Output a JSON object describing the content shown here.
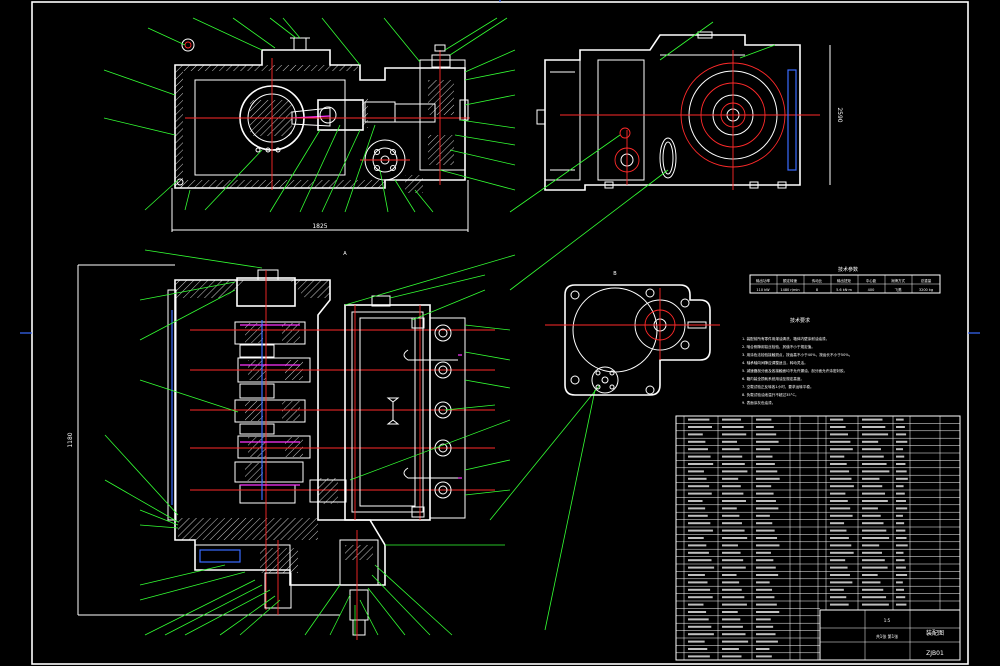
{
  "drawing": {
    "dim_top_view_width": "1825",
    "dim_side_view_width": "2590",
    "dim_side_view_height": "1180",
    "section_mark_a": "A",
    "section_mark_b": "B",
    "tech_params_title": "技术参数",
    "tech_params_headers": [
      "输出功率",
      "额定转速",
      "传动比",
      "输出扭矩",
      "中心距",
      "润滑方式",
      "总重量"
    ],
    "tech_params_values": [
      "110 kW",
      "1480 r/min",
      "8",
      "5.6 kN·m",
      "400",
      "飞溅",
      "3200 kg"
    ],
    "tech_req_title": "技术要求",
    "tech_req_lines": [
      "1. 装配前所有零件用煤油清洗，箱体内壁涂耐油油漆。",
      "2. 啮合侧隙用铅丝检验，其值不小于规定值。",
      "3. 用涂色法检验接触斑点，按齿高不小于40%，按齿长不小于50%。",
      "4. 轴承轴向间隙应调整适当，转动灵活。",
      "5. 减速器剖分面及各接触面均不允许漏油，剖分面允许涂密封胶。",
      "6. 箱内装全损耗系统用油至规定高度。",
      "7. 空载试验正反转各1小时，要求运转平稳。",
      "8. 负载试验油池温升不超过35°C。",
      "9. 表面涂灰色油漆。"
    ],
    "title_block_name": "装配图",
    "title_block_code": "ZJB01",
    "title_block_scale": "1:5",
    "title_block_sheet": "共1张 第1张"
  }
}
